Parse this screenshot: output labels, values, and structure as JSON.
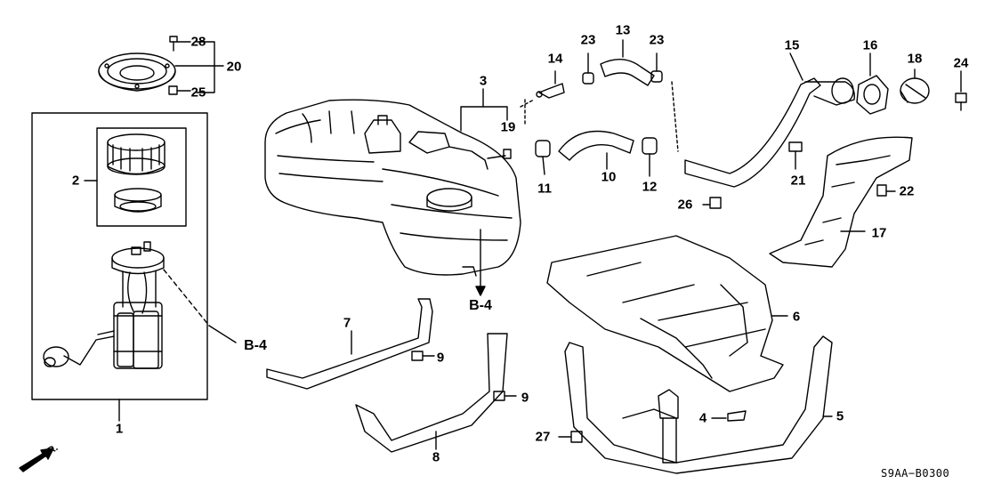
{
  "diagram": {
    "callouts": [
      {
        "id": "28",
        "text": "28"
      },
      {
        "id": "20",
        "text": "20"
      },
      {
        "id": "25",
        "text": "25"
      },
      {
        "id": "2",
        "text": "2"
      },
      {
        "id": "1",
        "text": "1"
      },
      {
        "id": "3",
        "text": "3"
      },
      {
        "id": "19",
        "text": "19"
      },
      {
        "id": "14",
        "text": "14"
      },
      {
        "id": "23a",
        "text": "23"
      },
      {
        "id": "13",
        "text": "13"
      },
      {
        "id": "23b",
        "text": "23"
      },
      {
        "id": "15",
        "text": "15"
      },
      {
        "id": "16",
        "text": "16"
      },
      {
        "id": "18",
        "text": "18"
      },
      {
        "id": "24",
        "text": "24"
      },
      {
        "id": "11",
        "text": "11"
      },
      {
        "id": "10",
        "text": "10"
      },
      {
        "id": "12",
        "text": "12"
      },
      {
        "id": "26",
        "text": "26"
      },
      {
        "id": "21",
        "text": "21"
      },
      {
        "id": "22",
        "text": "22"
      },
      {
        "id": "17",
        "text": "17"
      },
      {
        "id": "6",
        "text": "6"
      },
      {
        "id": "7",
        "text": "7"
      },
      {
        "id": "9a",
        "text": "9"
      },
      {
        "id": "9b",
        "text": "9"
      },
      {
        "id": "8",
        "text": "8"
      },
      {
        "id": "4",
        "text": "4"
      },
      {
        "id": "5",
        "text": "5"
      },
      {
        "id": "27",
        "text": "27"
      }
    ],
    "references": {
      "b4_tank": "B-4",
      "b4_pump": "B-4"
    },
    "direction_marker": "FR.",
    "drawing_code": "S9AA−B0300"
  }
}
